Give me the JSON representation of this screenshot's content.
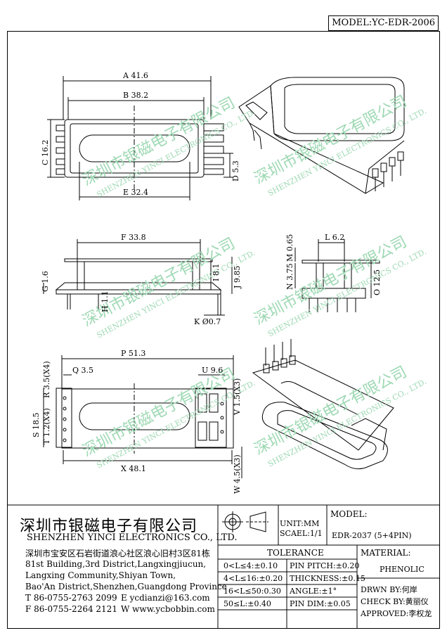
{
  "model_label": "MODEL:YC-EDR-2006",
  "watermark": {
    "cn": "深圳市银磁电子有限公司",
    "en": "SHENZHEN YINCI ELECTRONICS CO., LTD."
  },
  "dims": {
    "A": "A 41.6",
    "B": "B 38.2",
    "C": "C 16.2",
    "D": "D 5.3",
    "E": "E 32.4",
    "F": "F 33.8",
    "G": "G 1.6",
    "H": "H 1.1",
    "I": "I 8.1",
    "J": "J 9.85",
    "K": "K Ø0.7",
    "L": "L 6.2",
    "M": "M 0.65",
    "N": "N 3.75",
    "O": "O 12.5",
    "P": "P 51.3",
    "Q": "Q 3.5",
    "R": "R 3.5(X4)",
    "S": "S 18.5",
    "T": "T 1.2(X4)",
    "U": "U 9.6",
    "V": "V 1.5(X3)",
    "W": "W 4.5(X3)",
    "X": "X 48.1"
  },
  "company": {
    "cn": "深圳市银磁电子有限公司",
    "en": "SHENZHEN YINCI ELECTRONICS CO., LTD.",
    "addr_cn": "深圳市宝安区石岩街道浪心社区浪心旧村3区81栋",
    "addr1": "81st Building,3rd District,Langxingjiucun,",
    "addr2": "Langxing Community,Shiyan Town,",
    "addr3": "Bao'An District,Shenzhen,Guangdong Province",
    "tel": "T 86-0755-2763 2099",
    "email": "E ycdianzi@163.com",
    "fax": "F 86-0755-2264 2121",
    "web": "W www.ycbobbin.com"
  },
  "unit": "UNIT:MM",
  "scale": "SCAEL:1/1",
  "model_head": "MODEL:",
  "model_value": "EDR-2037 (5+4PIN)",
  "tolerance": {
    "title": "TOLERANCE",
    "rows": [
      [
        "0<L≤4:±0.10",
        "PIN PITCH:±0.20"
      ],
      [
        "4<L≤16:±0.20",
        "THICKNESS:±0.15"
      ],
      [
        "16<L≤50:0.30",
        "ANGLE:±1°"
      ],
      [
        "50≤L:±0.40",
        "PIN DIM:±0.05"
      ]
    ]
  },
  "material_head": "MATERIAL:",
  "material_value": "PHENOLIC",
  "drawn": "DRWN BY:何岸",
  "check": "CHECK BY:黄丽仪",
  "approved": "APPROVED:李权龙"
}
